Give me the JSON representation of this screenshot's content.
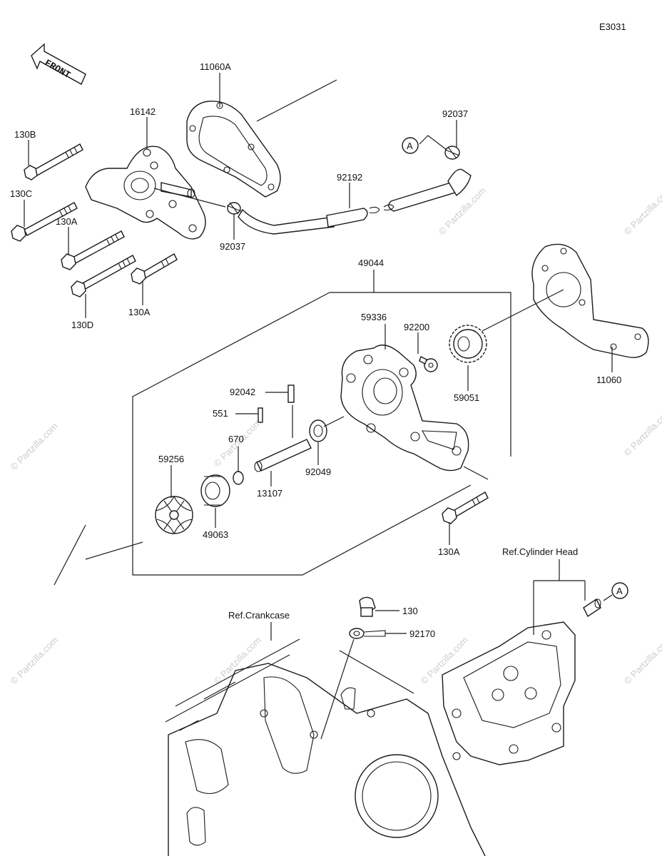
{
  "diagram_code": "E3031",
  "front_label": "FRONT",
  "watermark": "© Partzilla.com",
  "callout_a": "A",
  "parts": {
    "p11060a": "11060A",
    "p16142": "16142",
    "p130b": "130B",
    "p130c": "130C",
    "p130a_1": "130A",
    "p130d": "130D",
    "p130a_2": "130A",
    "p92037_1": "92037",
    "p92037_2": "92037",
    "p92192": "92192",
    "p49044": "49044",
    "p59336": "59336",
    "p92200": "92200",
    "p59051": "59051",
    "p11060": "11060",
    "p92042": "92042",
    "p551": "551",
    "p670": "670",
    "p59256": "59256",
    "p92049": "92049",
    "p13107": "13107",
    "p49063": "49063",
    "p130a_3": "130A",
    "p130": "130",
    "p92170": "92170"
  },
  "refs": {
    "cylinder_head": "Ref.Cylinder Head",
    "crankcase": "Ref.Crankcase"
  }
}
